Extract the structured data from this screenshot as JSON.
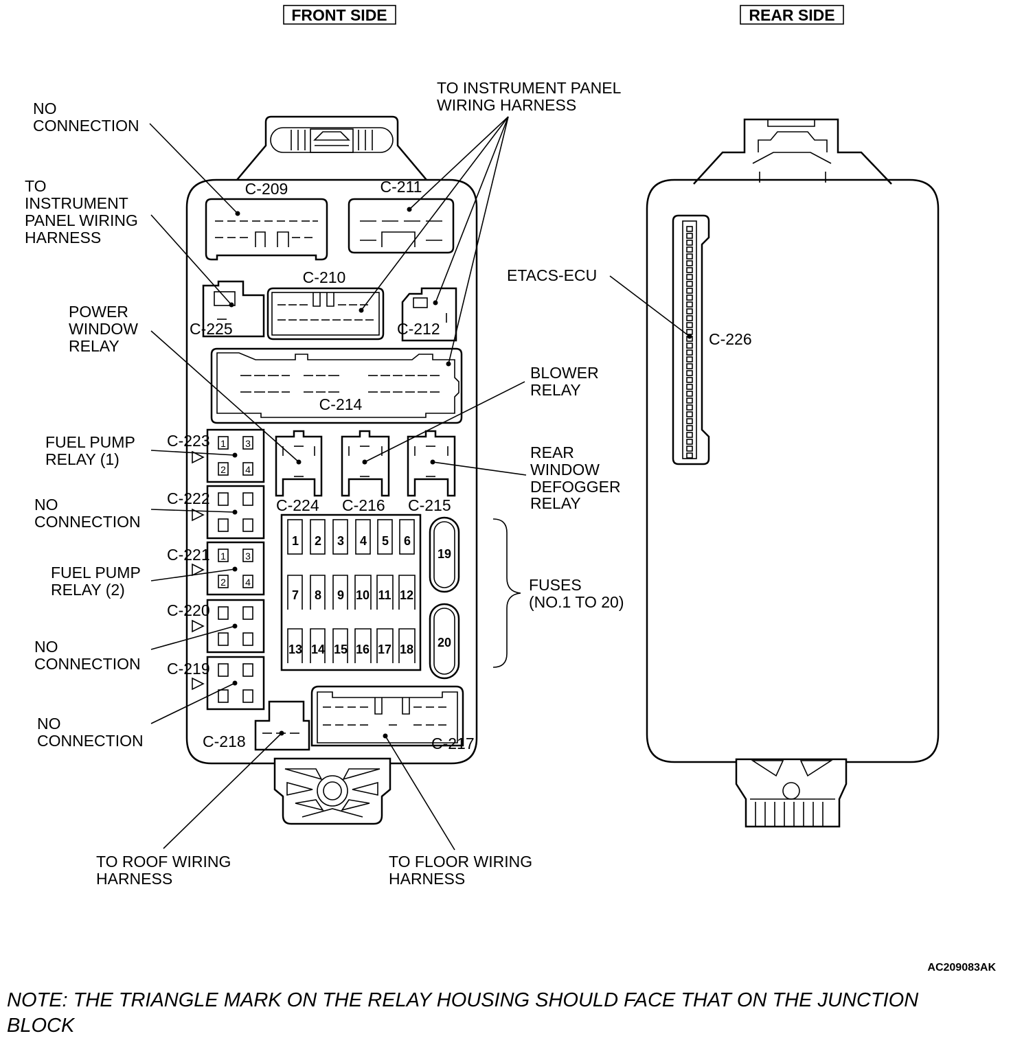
{
  "headers": {
    "front": "FRONT SIDE",
    "rear": "REAR SIDE"
  },
  "labels": {
    "no_connection_top": [
      "NO",
      "CONNECTION"
    ],
    "to_ip_harness_left": [
      "TO",
      "INSTRUMENT",
      "PANEL WIRING",
      "HARNESS"
    ],
    "to_ip_harness_top": [
      "TO INSTRUMENT PANEL",
      "WIRING HARNESS"
    ],
    "power_window_relay": [
      "POWER",
      "WINDOW",
      "RELAY"
    ],
    "blower_relay": [
      "BLOWER",
      "RELAY"
    ],
    "rear_window_defogger_relay": [
      "REAR",
      "WINDOW",
      "DEFOGGER",
      "RELAY"
    ],
    "fuel_pump_relay_1": [
      "FUEL PUMP",
      "RELAY (1)"
    ],
    "no_connection_222": [
      "NO",
      "CONNECTION"
    ],
    "fuel_pump_relay_2": [
      "FUEL PUMP",
      "RELAY (2)"
    ],
    "no_connection_220": [
      "NO",
      "CONNECTION"
    ],
    "no_connection_219": [
      "NO",
      "CONNECTION"
    ],
    "fuses": [
      "FUSES",
      "(NO.1 TO 20)"
    ],
    "etacs": "ETACS-ECU",
    "to_roof_harness": [
      "TO ROOF WIRING",
      "HARNESS"
    ],
    "to_floor_harness": [
      "TO FLOOR WIRING",
      "HARNESS"
    ]
  },
  "connectors": {
    "c209": "C-209",
    "c210": "C-210",
    "c211": "C-211",
    "c212": "C-212",
    "c214": "C-214",
    "c215": "C-215",
    "c216": "C-216",
    "c217": "C-217",
    "c218": "C-218",
    "c219": "C-219",
    "c220": "C-220",
    "c221": "C-221",
    "c222": "C-222",
    "c223": "C-223",
    "c224": "C-224",
    "c225": "C-225",
    "c226": "C-226"
  },
  "relay_pins": [
    "1",
    "2",
    "3",
    "4"
  ],
  "fuse_numbers": [
    "1",
    "2",
    "3",
    "4",
    "5",
    "6",
    "7",
    "8",
    "9",
    "10",
    "11",
    "12",
    "13",
    "14",
    "15",
    "16",
    "17",
    "18",
    "19",
    "20"
  ],
  "figure_code": "AC209083AK",
  "note": [
    "NOTE: THE TRIANGLE MARK ON THE RELAY HOUSING SHOULD FACE THAT ON THE JUNCTION",
    "BLOCK"
  ]
}
